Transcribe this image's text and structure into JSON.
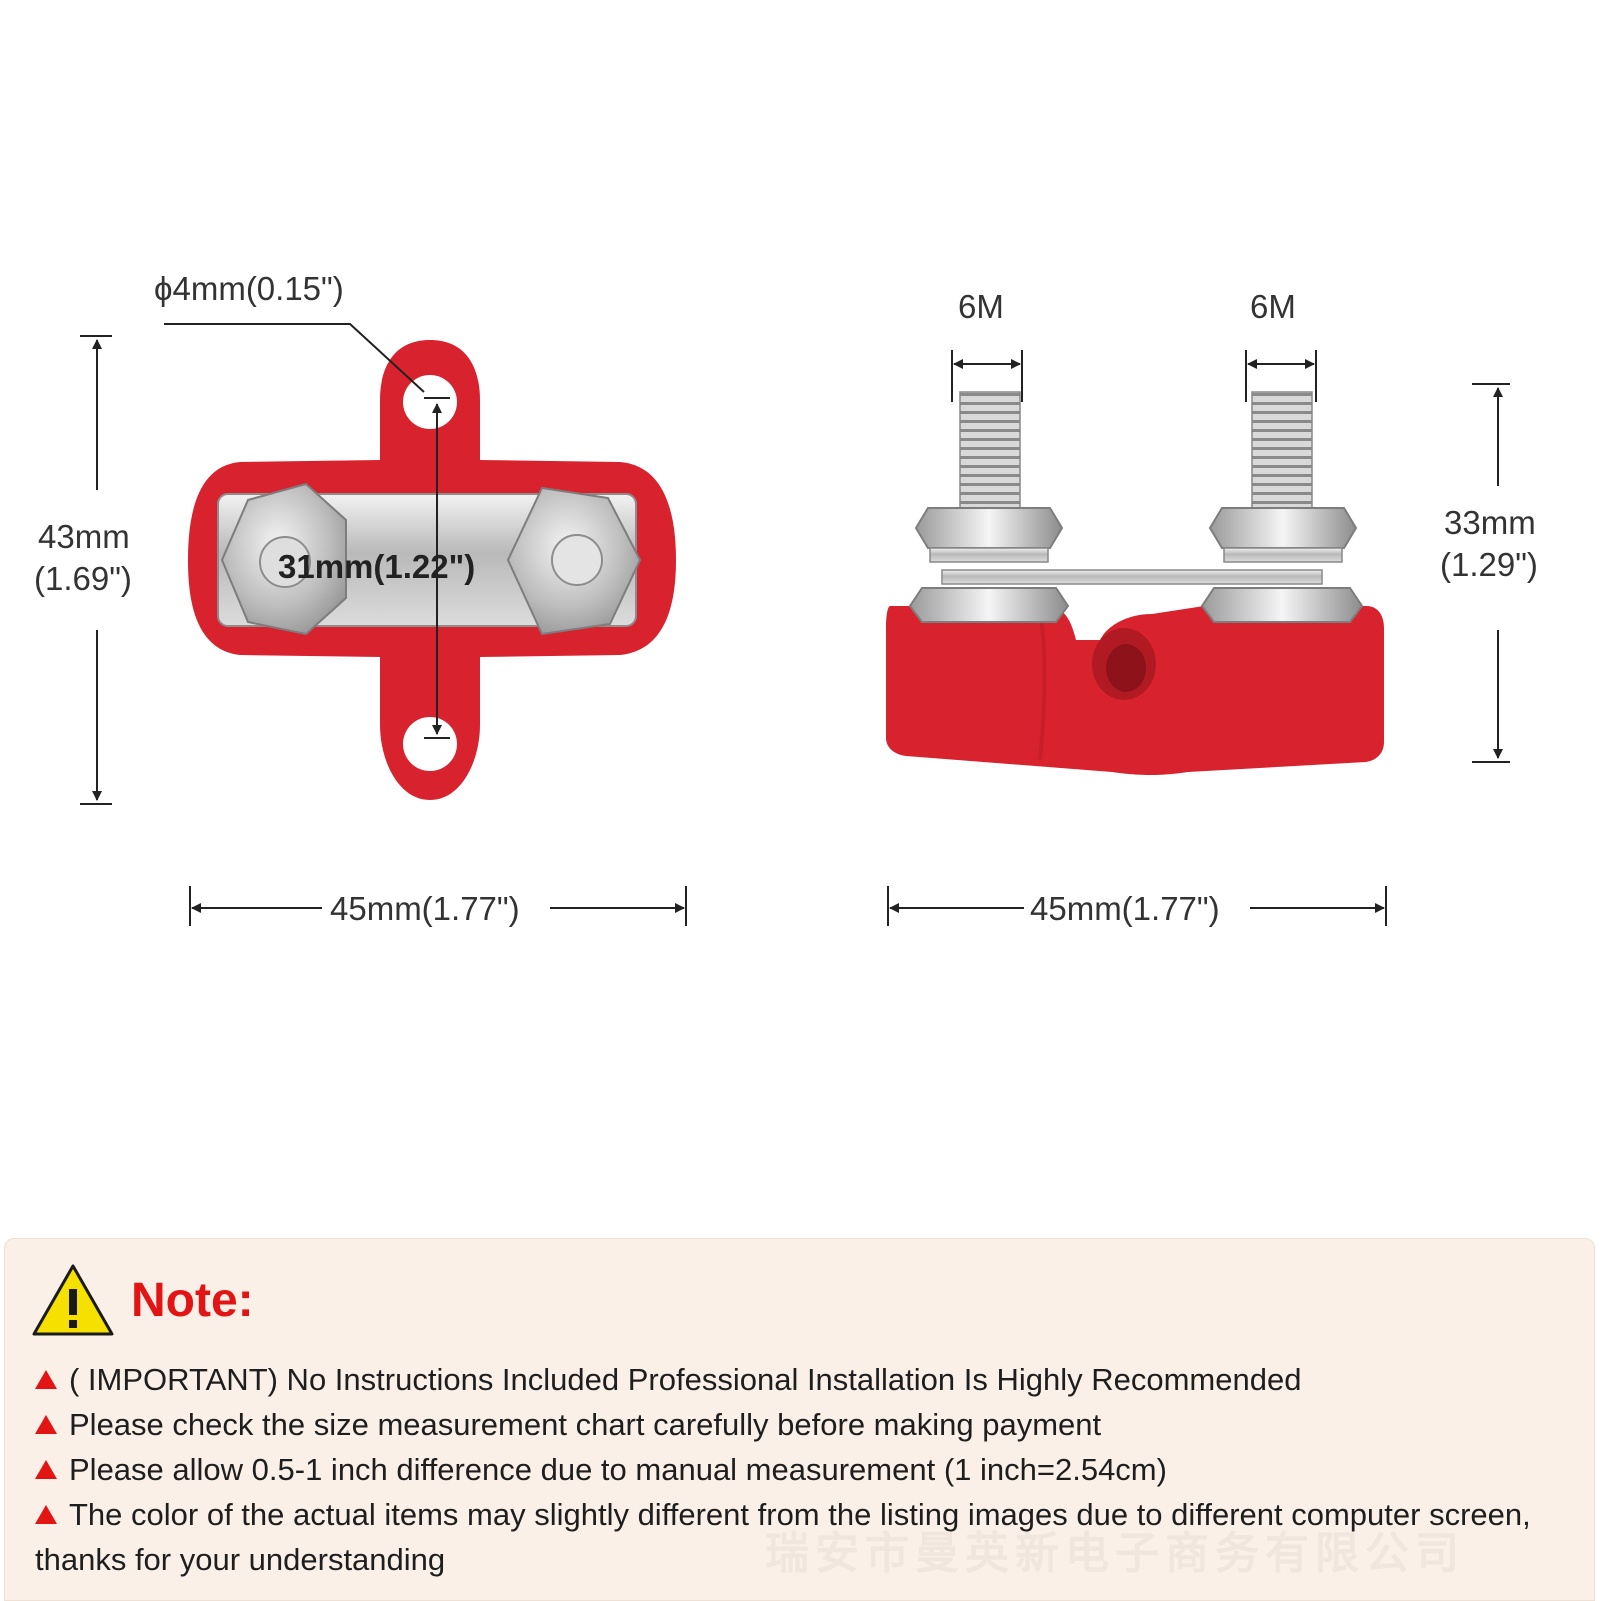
{
  "dimensions": {
    "hole_diameter": "ϕ4mm(0.15\")",
    "height_mm": "43mm",
    "height_in": "(1.69\")",
    "stud_spacing": "31mm(1.22\")",
    "width_left": "45mm(1.77\")",
    "stud_left": "6M",
    "stud_right": "6M",
    "side_height_mm": "33mm",
    "side_height_in": "(1.29\")",
    "width_right": "45mm(1.77\")"
  },
  "colors": {
    "housing_red": "#d8232e",
    "note_red": "#e21414",
    "warning_yellow": "#f6e000",
    "panel_bg": "#faf0e7"
  },
  "note": {
    "title": "Note:",
    "items": [
      "( IMPORTANT) No Instructions Included Professional Installation Is Highly Recommended",
      "Please check the size measurement chart carefully before making payment",
      "Please allow 0.5-1 inch difference due to manual measurement (1 inch=2.54cm)",
      "The color of the actual items may slightly different from the listing images due to different computer screen, thanks for your understanding"
    ],
    "watermark": "瑞安市曼英新电子商务有限公司"
  }
}
